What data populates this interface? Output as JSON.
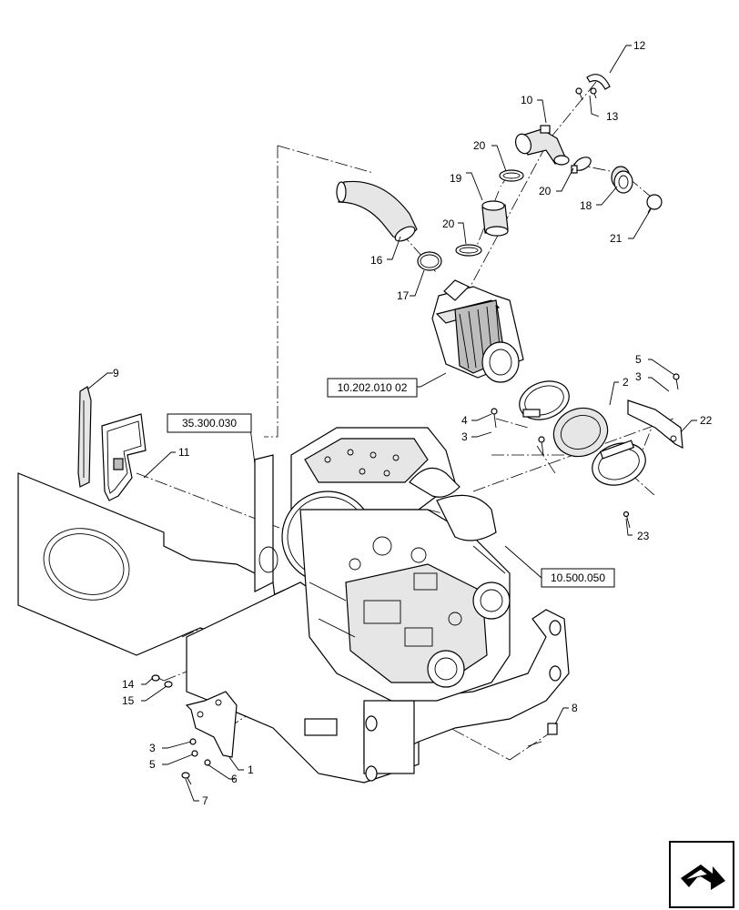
{
  "callouts": {
    "c1": "1",
    "c2": "2",
    "c3a": "3",
    "c3b": "3",
    "c3c": "3",
    "c4": "4",
    "c5a": "5",
    "c5b": "5",
    "c6": "6",
    "c7": "7",
    "c8": "8",
    "c9": "9",
    "c10": "10",
    "c11": "11",
    "c12": "12",
    "c13": "13",
    "c14": "14",
    "c15": "15",
    "c16": "16",
    "c17": "17",
    "c18": "18",
    "c19": "19",
    "c20a": "20",
    "c20b": "20",
    "c20c": "20",
    "c21": "21",
    "c22": "22",
    "c23": "23"
  },
  "references": {
    "air_cleaner": "10.202.010 02",
    "chassis": "35.300.030",
    "engine": "10.500.050"
  },
  "icons": {
    "corner": "next-page-arrow-icon"
  }
}
